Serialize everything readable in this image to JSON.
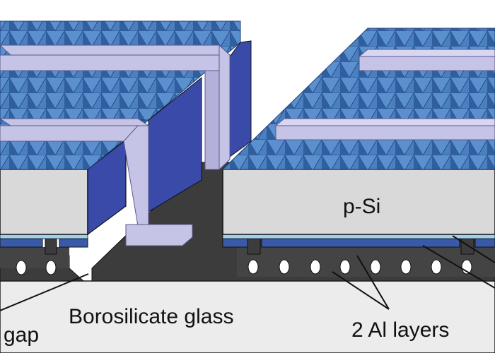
{
  "labels": {
    "semiconductor": "p-Si",
    "substrate": "Borosilicate glass",
    "gap": "gap",
    "metal_layers": "2 Al layers"
  },
  "colors": {
    "texture": "#4f86c6",
    "texture_edge": "#1f3f7a",
    "finger": "#c5c3e6",
    "finger_edge": "#5a5a8c",
    "side_wall": "#3a4aa8",
    "silicon": "#d9d9d9",
    "glass": "#ececec",
    "dark_layer": "#3c3c3c",
    "thin_layer": "#9fd0ee",
    "outline": "#1a1a1a"
  },
  "icons": [
    "pyramid-texture",
    "contact-via",
    "al-finger"
  ]
}
